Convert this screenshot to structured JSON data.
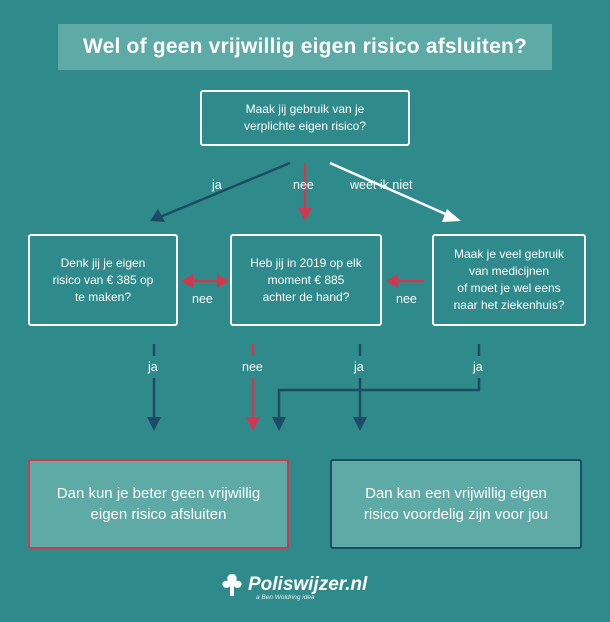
{
  "title": "Wel of geen vrijwillig eigen risico afsluiten?",
  "questions": {
    "q1": "Maak jij gebruik van je\nverplichte eigen risico?",
    "q2": "Denk jij je eigen\nrisico van € 385 op\nte maken?",
    "q3": "Heb jij in 2019 op elk\nmoment € 885\nachter de hand?",
    "q4": "Maak je veel gebruik\nvan medicijnen\nof moet je wel eens\nnaar het ziekenhuis?"
  },
  "labels": {
    "q1_ja": "ja",
    "q1_nee": "nee",
    "q1_weet": "weet ik niet",
    "q2_q3_nee": "nee",
    "q4_q3_nee": "nee",
    "q2_ja": "ja",
    "q3_nee": "nee",
    "q3_ja": "ja",
    "q4_ja": "ja"
  },
  "results": {
    "r1": "Dan kun je beter geen vrijwillig\neigen risico afsluiten",
    "r2": "Dan kan een vrijwillig eigen\nrisico voordelig zijn voor jou"
  },
  "brand": {
    "name": "Poliswijzer.nl",
    "tagline": "a Ben Woldring idea"
  },
  "colors": {
    "background": "#2f8b8b",
    "box_fill": "#5eaaa7",
    "red_arrow": "#d3364f",
    "dark_arrow": "#1d4b63",
    "white": "#ffffff"
  }
}
